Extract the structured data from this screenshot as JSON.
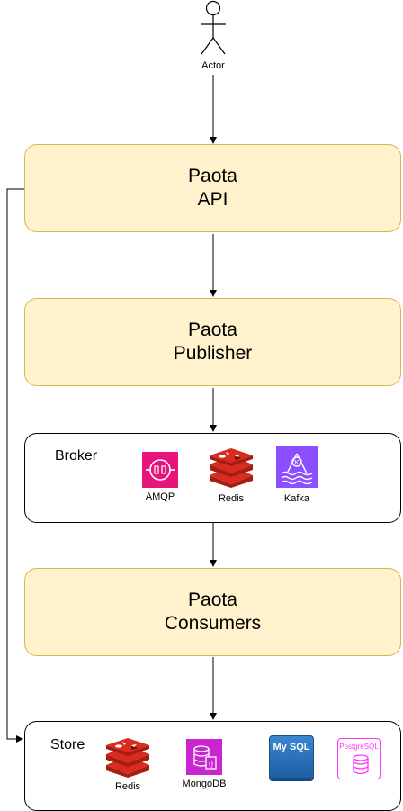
{
  "actor": {
    "label": "Actor"
  },
  "api": {
    "line1": "Paota",
    "line2": "API"
  },
  "publisher": {
    "line1": "Paota",
    "line2": "Publisher"
  },
  "broker": {
    "title": "Broker",
    "items": [
      {
        "label": "AMQP",
        "icon": "amqp-icon",
        "color": "#e7157b"
      },
      {
        "label": "Redis",
        "icon": "redis-icon",
        "color": "#c6302b"
      },
      {
        "label": "Kafka",
        "icon": "kafka-icon",
        "color": "#8c4fff"
      }
    ]
  },
  "consumers": {
    "line1": "Paota",
    "line2": "Consumers"
  },
  "store": {
    "title": "Store",
    "items": [
      {
        "label": "Redis",
        "icon": "redis-icon",
        "color": "#c6302b"
      },
      {
        "label": "MongoDB",
        "icon": "mongodb-icon",
        "color": "#c925d1"
      },
      {
        "label": "",
        "icon": "mysql-icon",
        "text": "My SQL",
        "color": "#2d72b8"
      },
      {
        "label": "",
        "icon": "postgresql-icon",
        "text": "PostgreSQL",
        "color": "#ff33ff"
      }
    ]
  },
  "colors": {
    "process_fill": "#fff2cc",
    "process_stroke": "#d6b656"
  }
}
